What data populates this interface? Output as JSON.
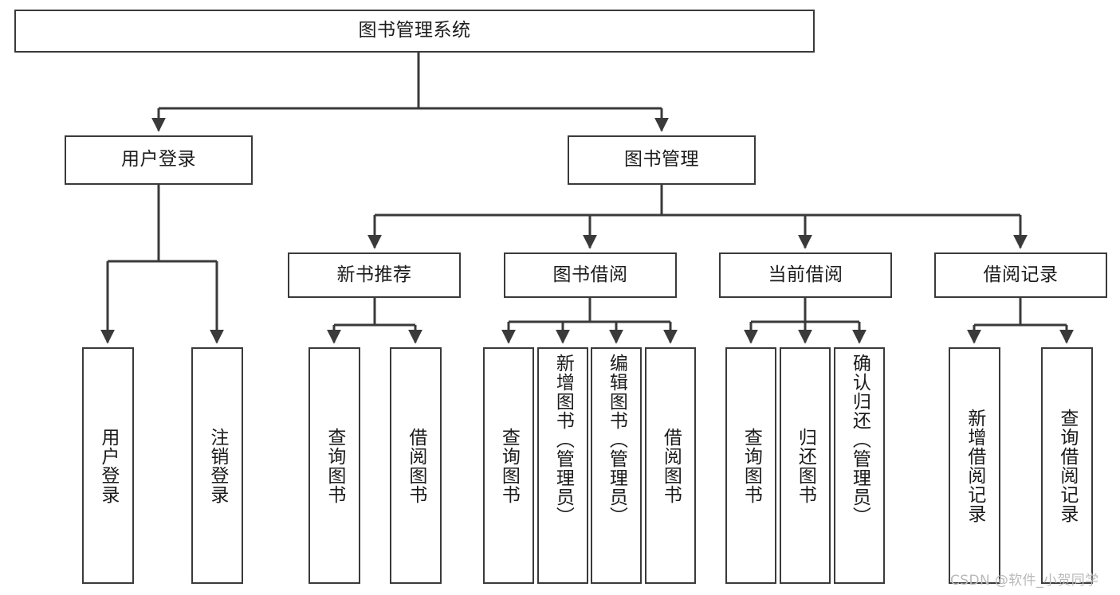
{
  "diagram": {
    "title": "图书管理系统",
    "type": "功能结构图",
    "watermark": "CSDN @软件_小贺同学",
    "colors": {
      "background": "#ffffff",
      "box_border": "#3a3a3a",
      "box_fill": "#ffffff",
      "edge": "#3a3a3a",
      "text": "#1b1b1b",
      "watermark": "#b9b9b9"
    },
    "nodes": {
      "root": {
        "label": "图书管理系统"
      },
      "level2": [
        {
          "label": "用户登录"
        },
        {
          "label": "图书管理"
        }
      ],
      "level3": [
        {
          "label": "新书推荐"
        },
        {
          "label": "图书借阅"
        },
        {
          "label": "当前借阅"
        },
        {
          "label": "借阅记录"
        }
      ],
      "leaves": {
        "user_login": [
          {
            "label": "用户登录"
          },
          {
            "label": "注销登录"
          }
        ],
        "new_book_recommend": [
          {
            "label": "查询图书"
          },
          {
            "label": "借阅图书"
          }
        ],
        "book_borrow": [
          {
            "label": "查询图书"
          },
          {
            "label": "新增图书（管理员）"
          },
          {
            "label": "编辑图书（管理员）"
          },
          {
            "label": "借阅图书"
          }
        ],
        "current_borrow": [
          {
            "label": "查询图书"
          },
          {
            "label": "归还图书"
          },
          {
            "label": "确认归还（管理员）"
          }
        ],
        "borrow_record": [
          {
            "label": "新增借阅记录"
          },
          {
            "label": "查询借阅记录"
          }
        ]
      }
    }
  }
}
